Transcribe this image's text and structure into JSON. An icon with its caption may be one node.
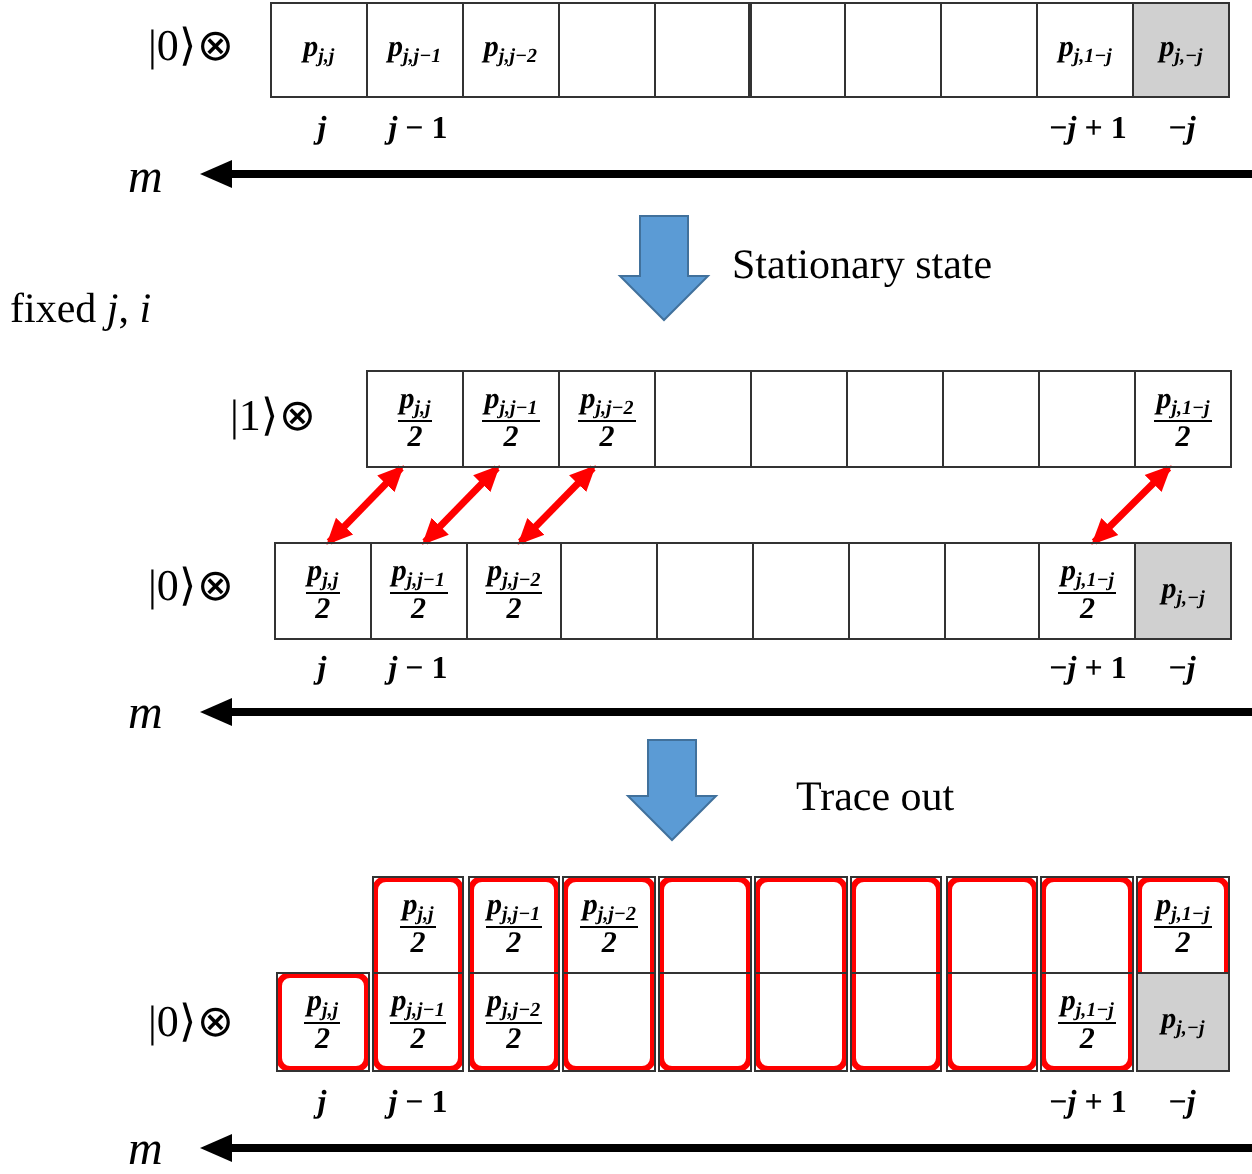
{
  "diagram": {
    "nodes": [
      {
        "text": [
          "p$_{j,j}$"
        ]
      },
      {
        "text": [
          "p$_{j,j−1}$"
        ]
      },
      {
        "text": [
          "p$_{j,j−2}$"
        ]
      },
      {
        "text": [],
        "shape": "box"
      },
      {
        "text": [],
        "shape": "box"
      },
      {
        "text": [],
        "shape": "box"
      },
      {
        "text": [],
        "shape": "box"
      },
      {
        "text": [],
        "shape": "box"
      },
      {
        "text": [
          "p$_{j,1−j}$"
        ]
      },
      {
        "text": [
          "p$_{j,−j}$"
        ]
      },
      {
        "text": [
          "p$_{j,j}$",
          "2"
        ]
      },
      {
        "text": [
          "p$_{j,j−1}$",
          "2"
        ]
      },
      {
        "text": [
          "p$_{j,j−2}$",
          "2"
        ]
      },
      {
        "text": [],
        "shape": "box"
      },
      {
        "text": [],
        "shape": "box"
      },
      {
        "text": [],
        "shape": "box"
      },
      {
        "text": [],
        "shape": "box"
      },
      {
        "text": [],
        "shape": "box"
      },
      {
        "text": [
          "p$_{j,1−j}$",
          "2"
        ]
      },
      {
        "text": [
          "p$_{j,j}$",
          "2"
        ]
      },
      {
        "text": [
          "p$_{j,j−1}$",
          "2"
        ]
      },
      {
        "text": [
          "p$_{j,j−2}$",
          "2"
        ]
      },
      {
        "text": [],
        "shape": "box"
      },
      {
        "text": [],
        "shape": "box"
      },
      {
        "text": [],
        "shape": "box"
      },
      {
        "text": [],
        "shape": "box"
      },
      {
        "text": [],
        "shape": "box"
      },
      {
        "text": [
          "p$_{j,1−j}$",
          "2"
        ]
      },
      {
        "text": [
          "p$_{j,−j}$"
        ]
      },
      {
        "text": [],
        "shape": "box"
      },
      {
        "text": [
          "p$_{j,j}$",
          "2"
        ],
        "in": 29
      },
      {
        "text": [],
        "shape": "box"
      },
      {
        "text": [
          "p$_{j,j}$",
          "2"
        ],
        "in": 31
      },
      {
        "text": [
          "p$_{j,j−1}$",
          "2"
        ],
        "in": 31
      },
      {
        "text": [],
        "shape": "box"
      },
      {
        "text": [
          "p$_{j,j−1}$",
          "2"
        ],
        "in": 34
      },
      {
        "text": [
          "p$_{j,j−2}$",
          "2"
        ],
        "in": 34
      },
      {
        "text": [],
        "shape": "box"
      },
      {
        "text": [
          "p$_{j,j−2}$",
          "2"
        ],
        "in": 37
      },
      {
        "text": [],
        "shape": "box",
        "in": 37
      },
      {
        "text": [],
        "shape": "box"
      },
      {
        "text": [],
        "shape": "box",
        "in": 40
      },
      {
        "text": [],
        "shape": "box",
        "in": 40
      },
      {
        "text": [],
        "shape": "box"
      },
      {
        "text": [],
        "shape": "box",
        "in": 43
      },
      {
        "text": [],
        "shape": "box",
        "in": 43
      },
      {
        "text": [],
        "shape": "box"
      },
      {
        "text": [],
        "shape": "box",
        "in": 46
      },
      {
        "text": [],
        "shape": "box",
        "in": 46
      },
      {
        "text": [],
        "shape": "box"
      },
      {
        "text": [],
        "shape": "box",
        "in": 49
      },
      {
        "text": [],
        "shape": "box",
        "in": 49
      },
      {
        "text": [],
        "shape": "box"
      },
      {
        "text": [],
        "shape": "box",
        "in": 52
      },
      {
        "text": [
          "p$_{j,1−j}$",
          "2"
        ],
        "in": 52
      },
      {
        "text": [],
        "shape": "box"
      },
      {
        "text": [
          "p$_{j,1−j}$",
          "2"
        ],
        "in": 55
      },
      {
        "text": [
          "p$_{j,−j}$"
        ],
        "in": 55
      }
    ],
    "edges": [
      {
        "from": 10,
        "to": 19,
        "arrow": "both",
        "color": "#ff0000"
      },
      {
        "from": 11,
        "to": 20,
        "arrow": "both",
        "color": "#ff0000"
      },
      {
        "from": 12,
        "to": 21,
        "arrow": "both",
        "color": "#ff0000"
      },
      {
        "from": 18,
        "to": 27,
        "arrow": "both",
        "color": "#ff0000"
      }
    ],
    "labels": [
      "|0⟩⊗",
      "*j*",
      "*j* − 1",
      "−*j* + 1",
      "−*j*",
      "*m*",
      "Stationary state",
      "fixed *j*, *i*",
      "|1⟩⊗",
      "|0⟩⊗",
      "*j*",
      "*j* − 1",
      "−*j* + 1",
      "−*j*",
      "*m*",
      "Trace out",
      "|0⟩⊗",
      "*j*",
      "*j* − 1",
      "−*j* + 1",
      "−*j*",
      "*m*"
    ]
  }
}
